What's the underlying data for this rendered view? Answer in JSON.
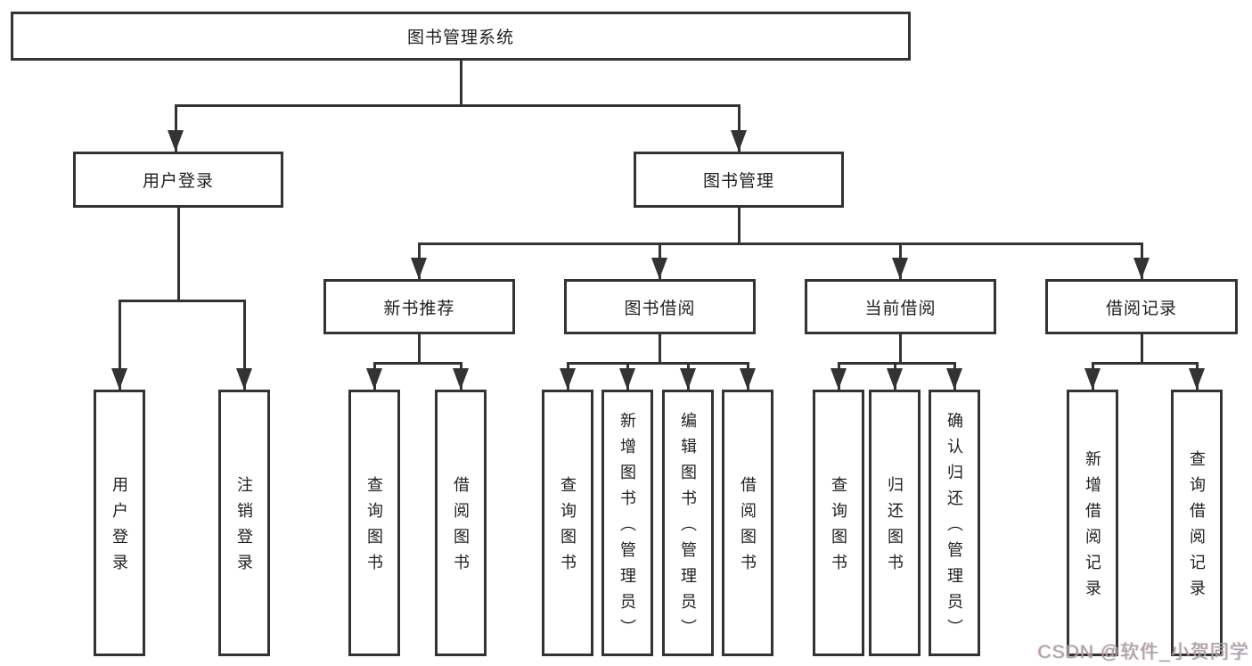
{
  "diagram_title": "图书管理系统",
  "colors": {
    "line": "#333333",
    "node_background": "#ffffff",
    "node_border": "#333333",
    "text": "#1f1f1f",
    "watermark": "#a9a2a2"
  },
  "nodes": {
    "root": {
      "label": "图书管理系统"
    },
    "user_login": {
      "label": "用户登录"
    },
    "book_mgmt": {
      "label": "图书管理"
    },
    "new_book_rec": {
      "label": "新书推荐"
    },
    "book_borrow": {
      "label": "图书借阅"
    },
    "current_borrow": {
      "label": "当前借阅"
    },
    "borrow_records": {
      "label": "借阅记录"
    },
    "leaves": {
      "user_login_leaf": {
        "label": "用户登录"
      },
      "logout": {
        "label": "注销登录"
      },
      "nbr_query_book": {
        "label": "查询图书"
      },
      "nbr_borrow_book": {
        "label": "借阅图书"
      },
      "bb_query_book": {
        "label": "查询图书"
      },
      "bb_add_book": {
        "label": "新增图书（管理员）"
      },
      "bb_edit_book": {
        "label": "编辑图书（管理员）"
      },
      "bb_borrow_book": {
        "label": "借阅图书"
      },
      "cb_query_book": {
        "label": "查询图书"
      },
      "cb_return_book": {
        "label": "归还图书"
      },
      "cb_confirm_return": {
        "label": "确认归还（管理员）"
      },
      "br_add_record": {
        "label": "新增借阅记录"
      },
      "br_query_record": {
        "label": "查询借阅记录"
      }
    }
  },
  "edges": [
    [
      "图书管理系统",
      "用户登录"
    ],
    [
      "图书管理系统",
      "图书管理"
    ],
    [
      "用户登录",
      "用户登录"
    ],
    [
      "用户登录",
      "注销登录"
    ],
    [
      "图书管理",
      "新书推荐"
    ],
    [
      "图书管理",
      "图书借阅"
    ],
    [
      "图书管理",
      "当前借阅"
    ],
    [
      "图书管理",
      "借阅记录"
    ],
    [
      "新书推荐",
      "查询图书"
    ],
    [
      "新书推荐",
      "借阅图书"
    ],
    [
      "图书借阅",
      "查询图书"
    ],
    [
      "图书借阅",
      "新增图书（管理员）"
    ],
    [
      "图书借阅",
      "编辑图书（管理员）"
    ],
    [
      "图书借阅",
      "借阅图书"
    ],
    [
      "当前借阅",
      "查询图书"
    ],
    [
      "当前借阅",
      "归还图书"
    ],
    [
      "当前借阅",
      "确认归还（管理员）"
    ],
    [
      "借阅记录",
      "新增借阅记录"
    ],
    [
      "借阅记录",
      "查询借阅记录"
    ]
  ],
  "watermark": {
    "text": "CSDN @软件_小贺同学"
  }
}
